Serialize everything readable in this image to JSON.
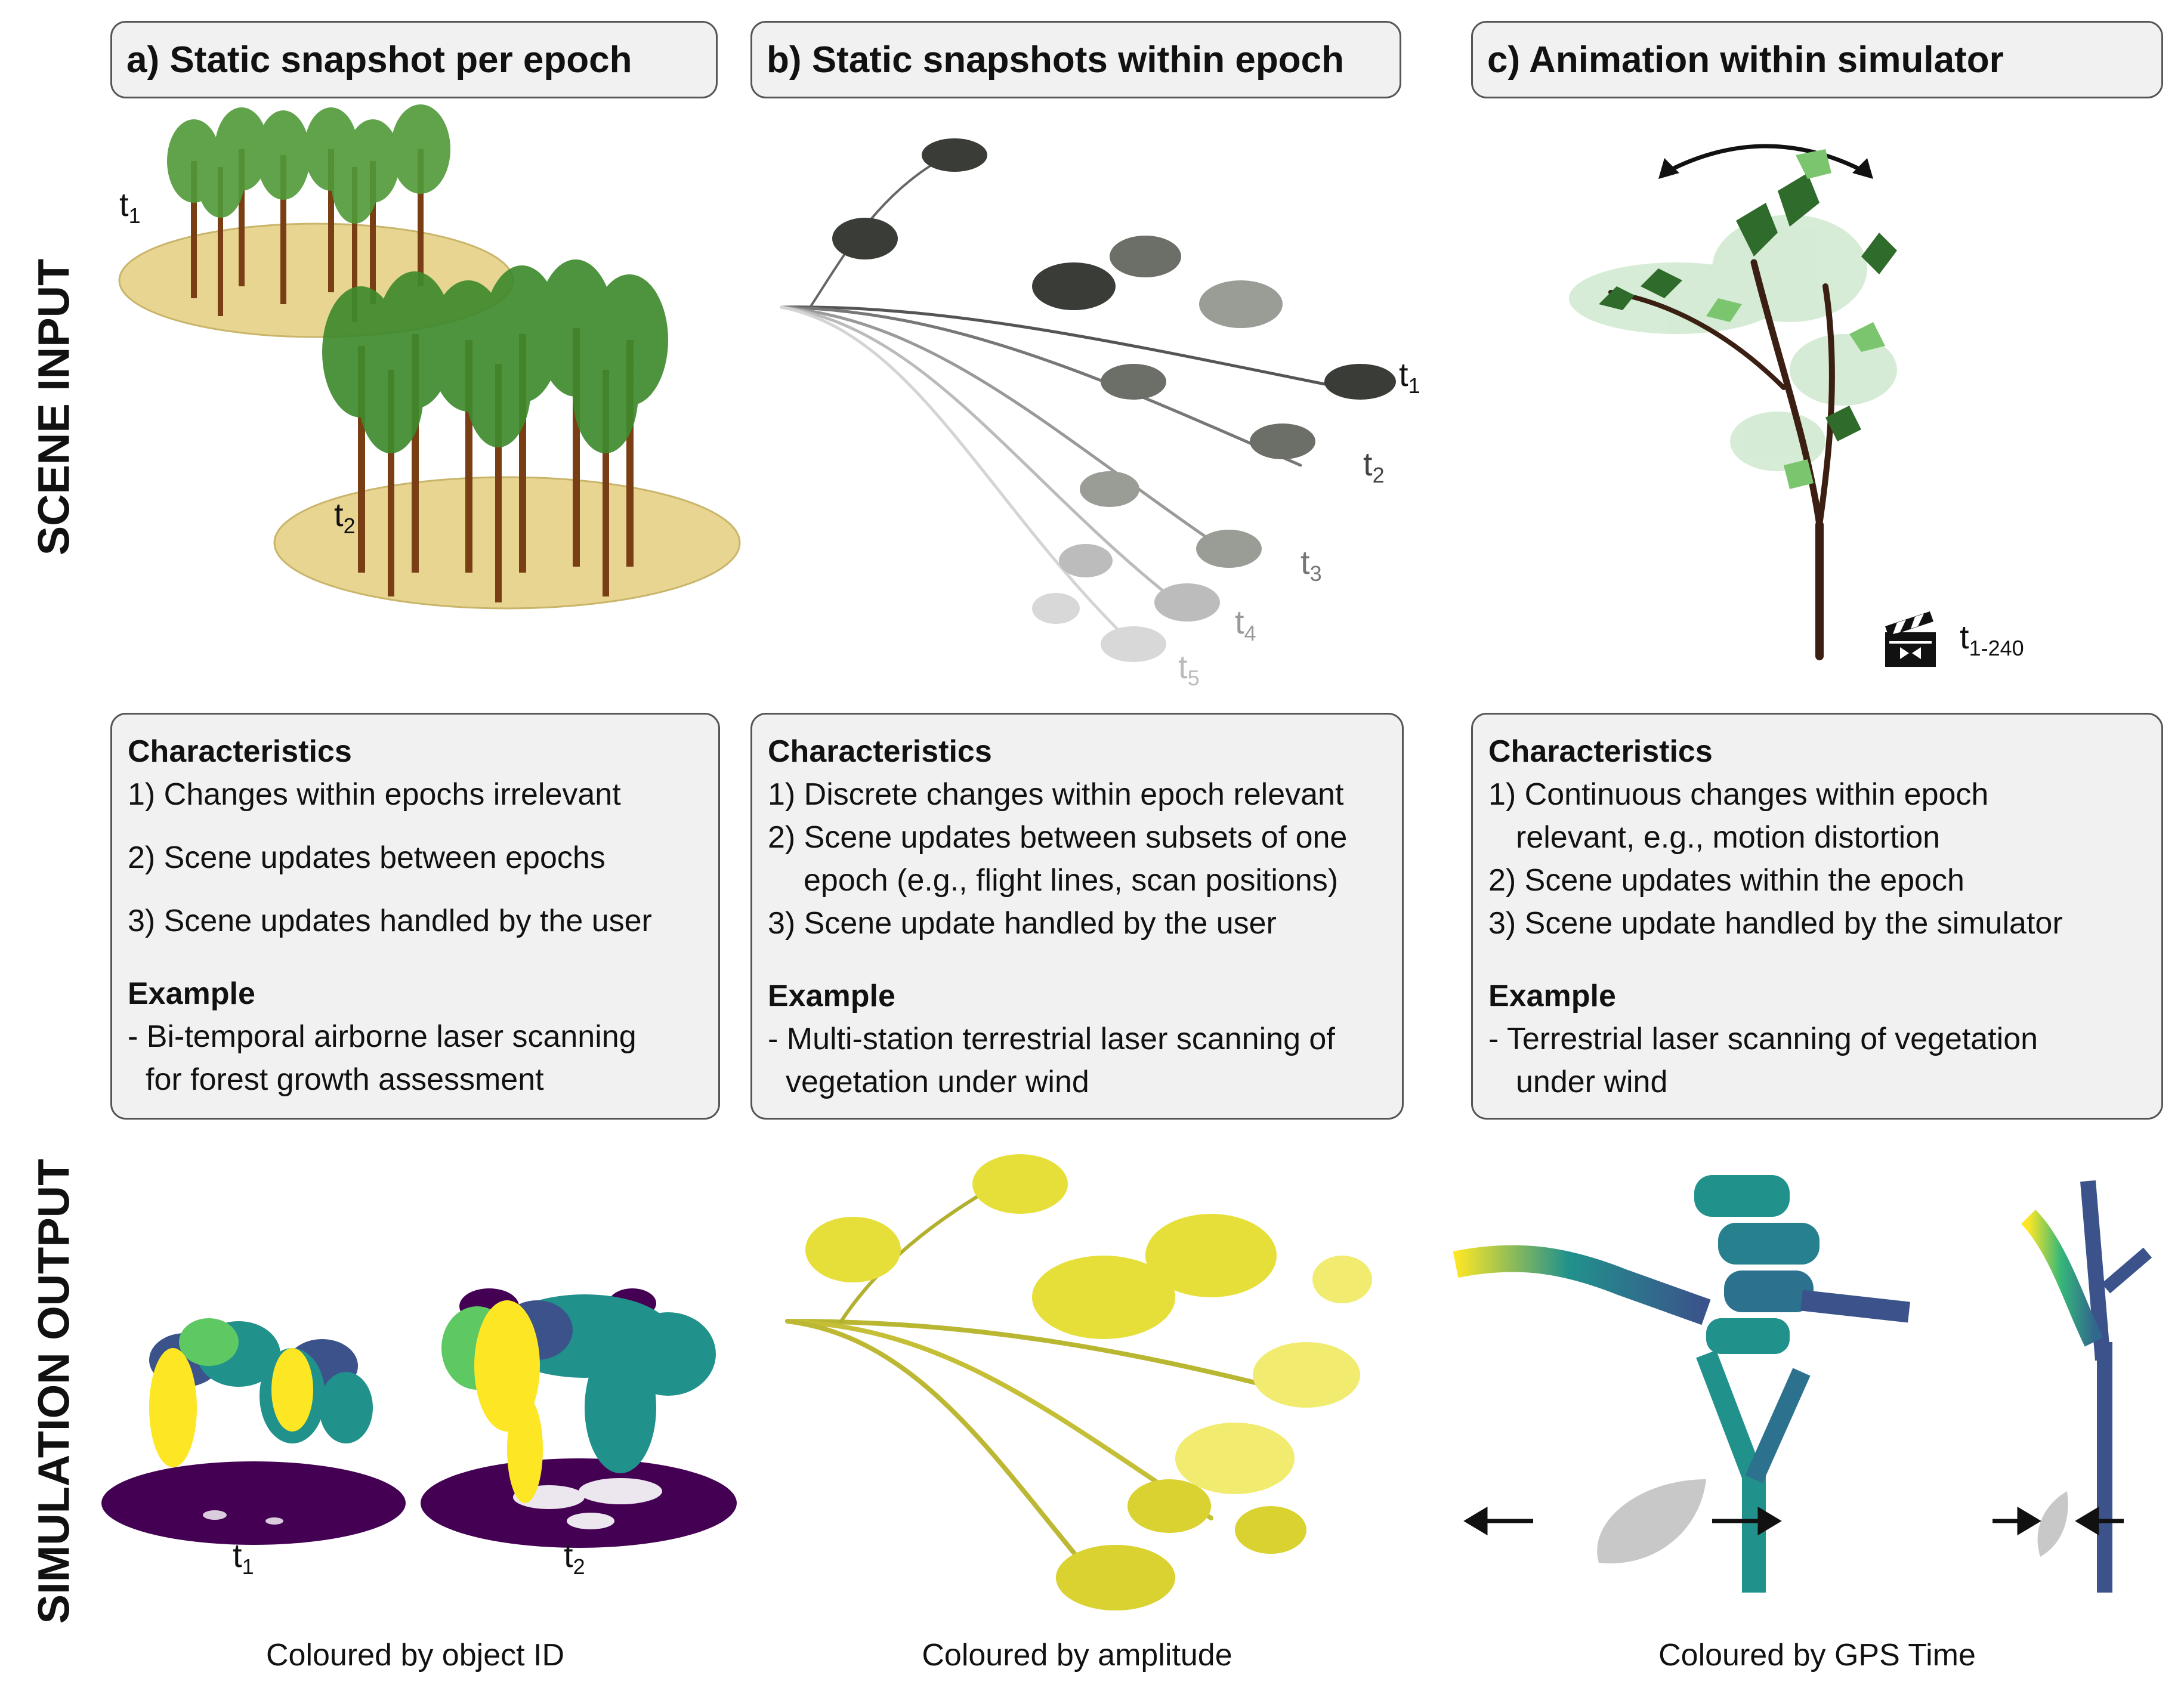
{
  "headers": [
    "a) Static snapshot per epoch",
    "b) Static snapshots within epoch",
    "c) Animation within simulator"
  ],
  "row_labels": {
    "scene_input": "SCENE INPUT",
    "simulation_output": "SIMULATION OUTPUT"
  },
  "panel_a": {
    "scene_t1": {
      "t": "t",
      "sub": "1"
    },
    "scene_t2": {
      "t": "t",
      "sub": "2"
    },
    "characteristics_title": "Characteristics",
    "items": [
      "1) Changes within epochs irrelevant",
      "2) Scene updates between epochs",
      "3) Scene updates handled by the user"
    ],
    "example_title": "Example",
    "example_lines": [
      "- Bi-temporal airborne laser scanning",
      "for forest growth assessment"
    ],
    "output_t1": {
      "t": "t",
      "sub": "1"
    },
    "output_t2": {
      "t": "t",
      "sub": "2"
    },
    "caption": "Coloured by object ID"
  },
  "panel_b": {
    "times": [
      {
        "t": "t",
        "sub": "1"
      },
      {
        "t": "t",
        "sub": "2"
      },
      {
        "t": "t",
        "sub": "3"
      },
      {
        "t": "t",
        "sub": "4"
      },
      {
        "t": "t",
        "sub": "5"
      }
    ],
    "characteristics_title": "Characteristics",
    "item1": "1) Discrete changes within epoch relevant",
    "item2_lines": [
      "2) Scene updates between subsets of one",
      "epoch (e.g., flight lines, scan positions)"
    ],
    "item3": "3) Scene update handled by the user",
    "example_title": "Example",
    "example_lines": [
      "- Multi-station terrestrial laser scanning of",
      "vegetation under wind"
    ],
    "caption": "Coloured by amplitude"
  },
  "panel_c": {
    "time": {
      "t": "t",
      "sub": "1-240"
    },
    "characteristics_title": "Characteristics",
    "item1_lines": [
      "1) Continuous changes within epoch",
      "relevant, e.g., motion distortion"
    ],
    "item2": "2) Scene updates within the epoch",
    "item3": "3) Scene update handled by the simulator",
    "example_title": "Example",
    "example_lines": [
      "- Terrestrial laser scanning of vegetation",
      "under wind"
    ],
    "caption": "Coloured by GPS Time"
  },
  "colors": {
    "header_bg": "#f1f1f1",
    "border": "#555555",
    "ground": "#e8d592",
    "trunk": "#7a3e14",
    "foliage": "#3f8a2e",
    "viridis_dark": "#440154",
    "viridis_teal": "#21918c",
    "viridis_yellow": "#fde725",
    "leaf_grey": "#c8c8c8"
  }
}
